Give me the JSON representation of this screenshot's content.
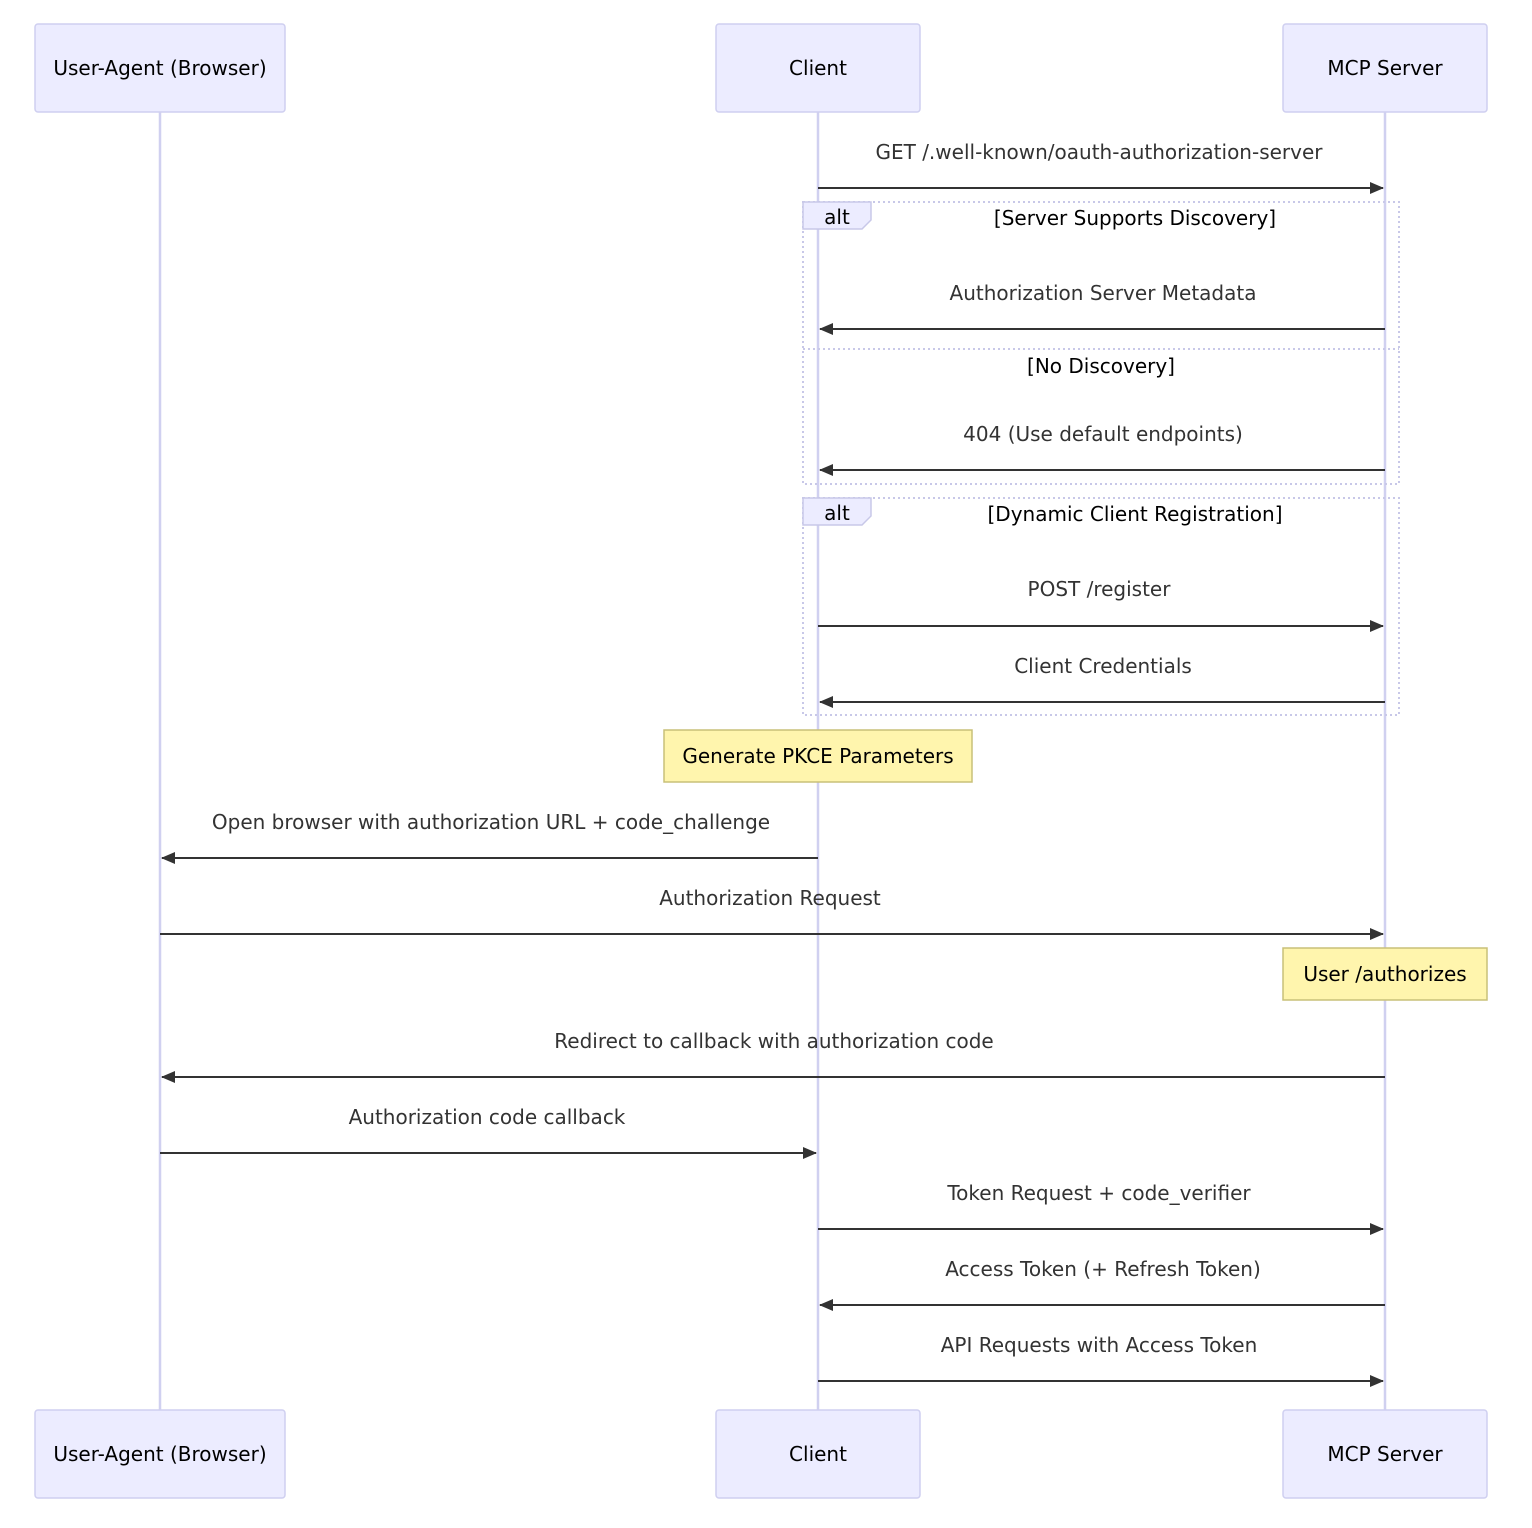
{
  "participants": {
    "user_agent": "User-Agent (Browser)",
    "client": "Client",
    "mcp_server": "MCP Server"
  },
  "messages": [
    {
      "from": "client",
      "to": "mcp_server",
      "label": "GET /.well-known/oauth-authorization-server"
    },
    {
      "from": "mcp_server",
      "to": "client",
      "label": "Authorization Server Metadata"
    },
    {
      "from": "mcp_server",
      "to": "client",
      "label": "404 (Use default endpoints)"
    },
    {
      "from": "client",
      "to": "mcp_server",
      "label": "POST /register"
    },
    {
      "from": "mcp_server",
      "to": "client",
      "label": "Client Credentials"
    },
    {
      "from": "client",
      "to": "user_agent",
      "label": "Open browser with authorization URL + code_challenge"
    },
    {
      "from": "user_agent",
      "to": "mcp_server",
      "label": "Authorization Request"
    },
    {
      "from": "mcp_server",
      "to": "user_agent",
      "label": "Redirect to callback with authorization code"
    },
    {
      "from": "user_agent",
      "to": "client",
      "label": "Authorization code callback"
    },
    {
      "from": "client",
      "to": "mcp_server",
      "label": "Token Request + code_verifier"
    },
    {
      "from": "mcp_server",
      "to": "client",
      "label": "Access Token (+ Refresh Token)"
    },
    {
      "from": "client",
      "to": "mcp_server",
      "label": "API Requests with Access Token"
    }
  ],
  "alt_blocks": [
    {
      "keyword": "alt",
      "conditions": [
        "[Server Supports Discovery]",
        "[No Discovery]"
      ]
    },
    {
      "keyword": "alt",
      "conditions": [
        "[Dynamic Client Registration]"
      ]
    }
  ],
  "notes": [
    {
      "over": "client",
      "text": "Generate PKCE Parameters"
    },
    {
      "over": "mcp_server",
      "text": "User /authorizes"
    }
  ]
}
